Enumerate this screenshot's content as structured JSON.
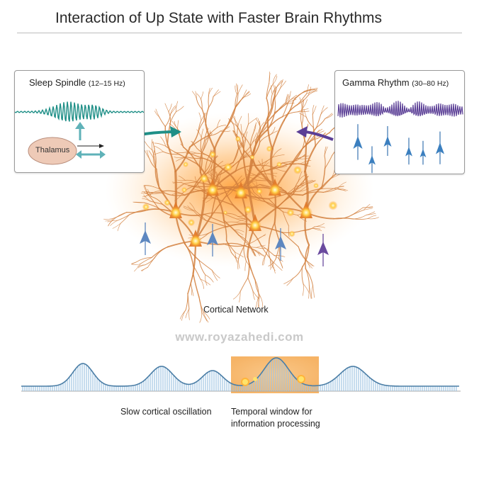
{
  "title": "Interaction of Up State with Faster Brain Rhythms",
  "left_panel": {
    "title": "Sleep Spindle",
    "title_range": "(12–15 Hz)",
    "thalamus_label": "Thalamus"
  },
  "right_panel": {
    "title": "Gamma Rhythm",
    "title_range": "(30–80 Hz)"
  },
  "network_label": "Cortical Network",
  "watermark": "www.royazahedi.com",
  "bottom": {
    "slow_label": "Slow cortical oscillation",
    "window_label_line1": "Temporal window for",
    "window_label_line2": "information processing"
  },
  "colors": {
    "spindle": "#1f8f87",
    "gamma": "#5b3f96",
    "neuron": "#d98a4a",
    "glow": "#ffb347",
    "slow_wave": "#6aa3cc",
    "window": "#f6b869",
    "thalamus": "#eecab7"
  }
}
